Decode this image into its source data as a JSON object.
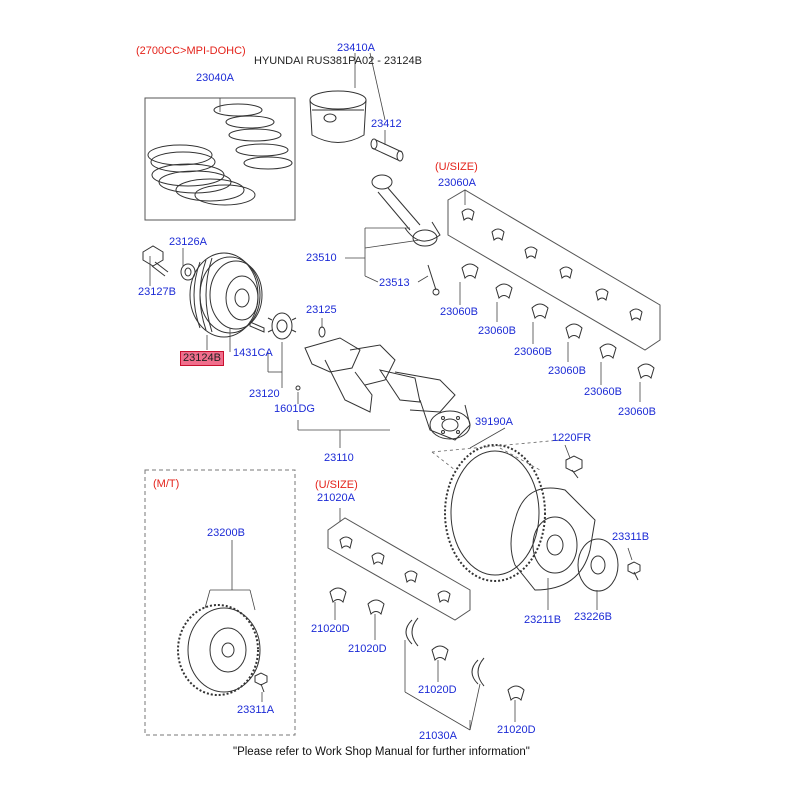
{
  "header": {
    "engine_note": "(2700CC>MPI-DOHC)",
    "model_code": "HYUNDAI RUS381PA02 - 23124B"
  },
  "labels": {
    "p23410A": "23410A",
    "p23040A": "23040A",
    "p23412": "23412",
    "usize_top": "(U/SIZE)",
    "p23060A": "23060A",
    "p23126A": "23126A",
    "p23127B": "23127B",
    "p23510": "23510",
    "p23513": "23513",
    "p23125": "23125",
    "p1431CA": "1431CA",
    "p23124B": "23124B",
    "p23120": "23120",
    "p1601DG": "1601DG",
    "p23060B_1": "23060B",
    "p23060B_2": "23060B",
    "p23060B_3": "23060B",
    "p23060B_4": "23060B",
    "p23060B_5": "23060B",
    "p23060B_6": "23060B",
    "p39190A": "39190A",
    "p1220FR": "1220FR",
    "p23110": "23110",
    "mt": "(M/T)",
    "usize_bottom": "(U/SIZE)",
    "p21020A": "21020A",
    "p23200B": "23200B",
    "p23311B": "23311B",
    "p21020D_1": "21020D",
    "p21020D_2": "21020D",
    "p21020D_3": "21020D",
    "p21020D_4": "21020D",
    "p23211B": "23211B",
    "p23226B": "23226B",
    "p23311A": "23311A",
    "p21030A": "21030A"
  },
  "footer": "\"Please refer to Work Shop Manual for further information\"",
  "colors": {
    "part_number": "#1c2bd6",
    "note_red": "#e4231b",
    "highlight_fill": "#f06e8c",
    "line": "#333333"
  }
}
